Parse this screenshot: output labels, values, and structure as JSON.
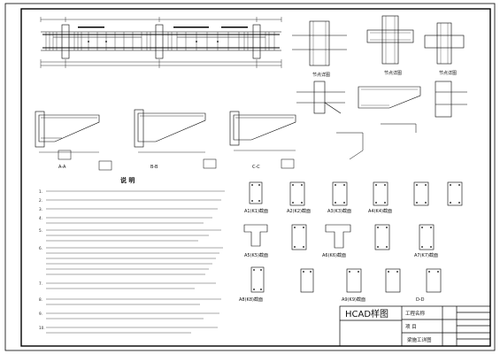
{
  "title_block": {
    "logo": "HCAD样图",
    "project_name_label": "工程名称",
    "item_label": "项 目",
    "drawing_title": "梁施工详图"
  },
  "notes": {
    "heading": "说  明",
    "items": [
      "1.",
      "2.",
      "3.",
      "4.",
      "5.",
      "6.",
      "7.",
      "8.",
      "9.",
      "10."
    ]
  },
  "section_labels": [
    "A1(K1)截面",
    "A2(K2)截面",
    "A3(K3)截面",
    "A4(K4)截面",
    "A5(K5)截面",
    "A6(K6)截面",
    "A7(K7)截面",
    "A8(K8)截面",
    "A9(K9)截面"
  ],
  "detail_labels": [
    "节点详图",
    "节点详图",
    "节点详图"
  ],
  "cross_labels": [
    "A-A",
    "B-B",
    "C-C",
    "D-D"
  ]
}
